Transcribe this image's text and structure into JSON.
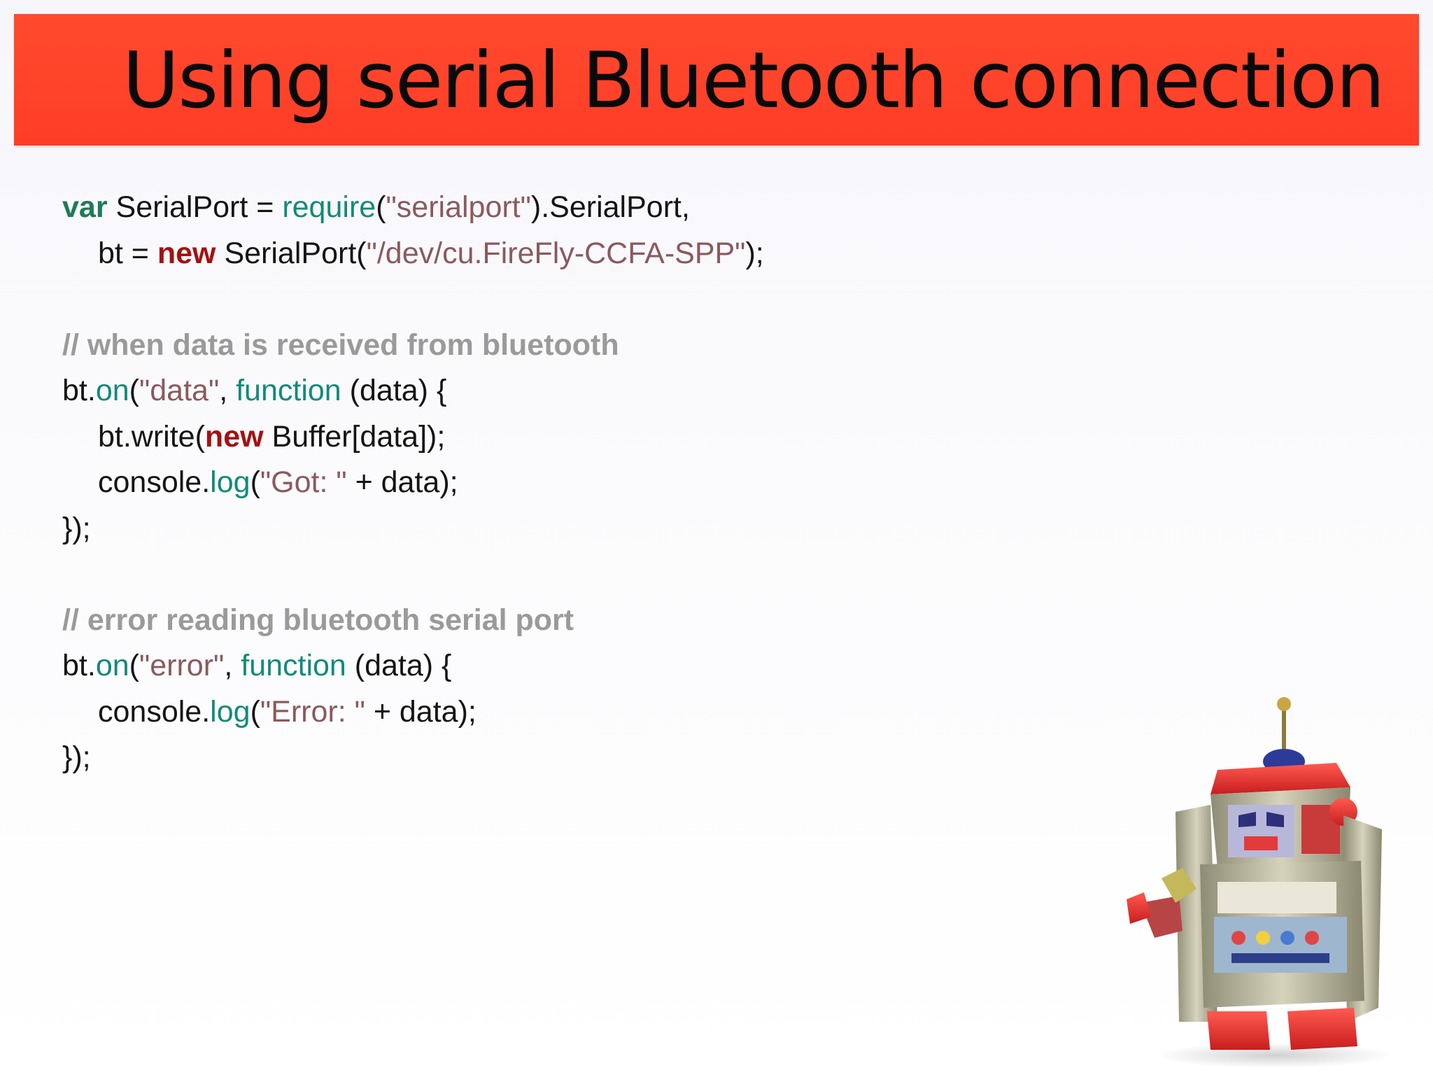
{
  "slide": {
    "title": "Using serial Bluetooth connection"
  },
  "code": {
    "l1": [
      "var",
      " SerialPort = ",
      "require",
      "(",
      "\"serialport\"",
      ").SerialPort,"
    ],
    "l2": [
      "bt = ",
      "new",
      " SerialPort(",
      "\"/dev/cu.FireFly-CCFA-SPP\"",
      ");"
    ],
    "l3": "// when data is received from bluetooth",
    "l4": [
      "bt.",
      "on",
      "(",
      "\"data\"",
      ", ",
      "function",
      " (data) {"
    ],
    "l5": [
      "bt.write(",
      "new",
      " Buffer[data]);"
    ],
    "l6": [
      "console.",
      "log",
      "(",
      "\"Got: \"",
      " + data);"
    ],
    "l7": "});",
    "l8": "// error reading bluetooth serial port",
    "l9": [
      "bt.",
      "on",
      "(",
      "\"error\"",
      ", ",
      "function",
      " (data) {"
    ],
    "l10": [
      "console.",
      "log",
      "(",
      "\"Error: \"",
      " + data);"
    ],
    "l11": "});"
  },
  "colors": {
    "title_bar": "#ff4a2e",
    "keyword_var": "#1f7a57",
    "keyword_new": "#a31111",
    "function_name": "#138a7a",
    "string": "#8a5a5c",
    "comment": "#9a9a9a"
  },
  "robot_image": "toy-robot"
}
